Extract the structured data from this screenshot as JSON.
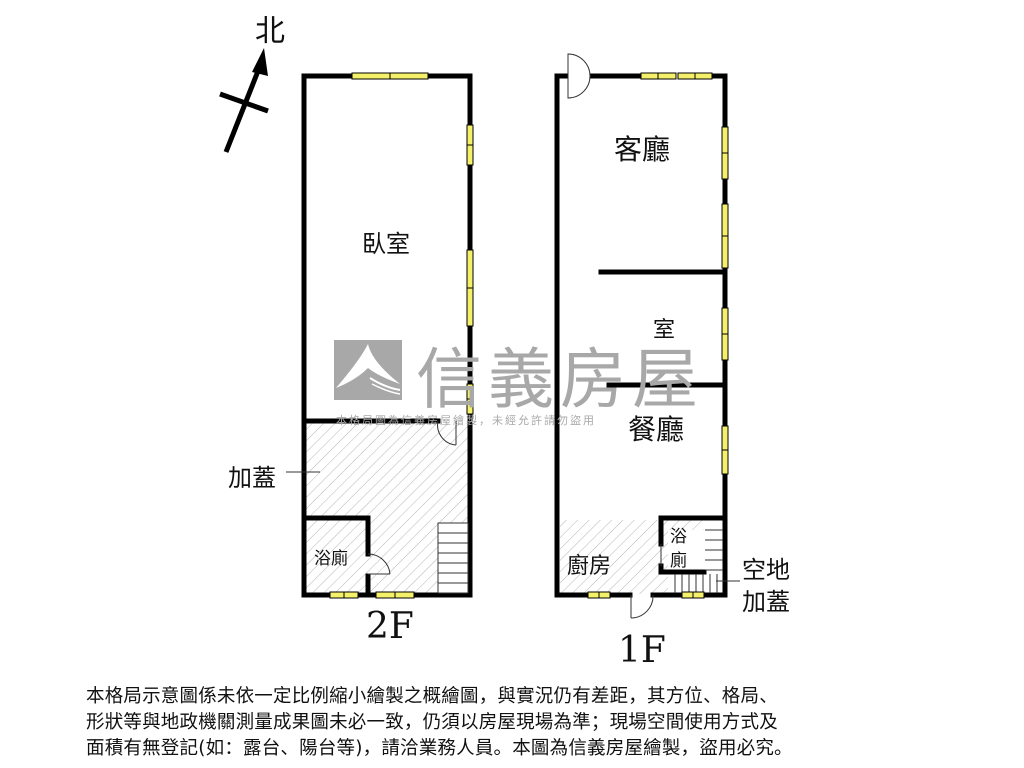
{
  "compass": {
    "label": "北",
    "icon": "north-arrow-icon"
  },
  "watermark": {
    "brand": "信義房屋",
    "notice": "本格局圖為信義房屋繪製，未經允許請勿盜用",
    "logo_color": "#a8a8a8"
  },
  "floors": [
    {
      "id": "2F",
      "label": "2F",
      "rooms": [
        {
          "name": "臥室"
        },
        {
          "name": "浴廁"
        }
      ],
      "annotations": [
        {
          "text": "加蓋"
        }
      ]
    },
    {
      "id": "1F",
      "label": "1F",
      "rooms": [
        {
          "name": "客廳"
        },
        {
          "name": "室"
        },
        {
          "name": "餐廳"
        },
        {
          "name": "廚房"
        },
        {
          "name": "浴",
          "name2": "廁"
        }
      ],
      "annotations": [
        {
          "line1": "空地",
          "line2": "加蓋"
        }
      ]
    }
  ],
  "colors": {
    "wall": "#000000",
    "window": "#f5f06a",
    "hatch": "#b0b0b0"
  },
  "disclaimer": {
    "lines": [
      "本格局示意圖係未依一定比例縮小繪製之概繪圖，與實況仍有差距，其方位、格局、",
      "形狀等與地政機關測量成果圖未必一致，仍須以房屋現場為準；現場空間使用方式及",
      "面積有無登記(如：露台、陽台等)，請洽業務人員。本圖為信義房屋繪製，盜用必究。"
    ]
  }
}
